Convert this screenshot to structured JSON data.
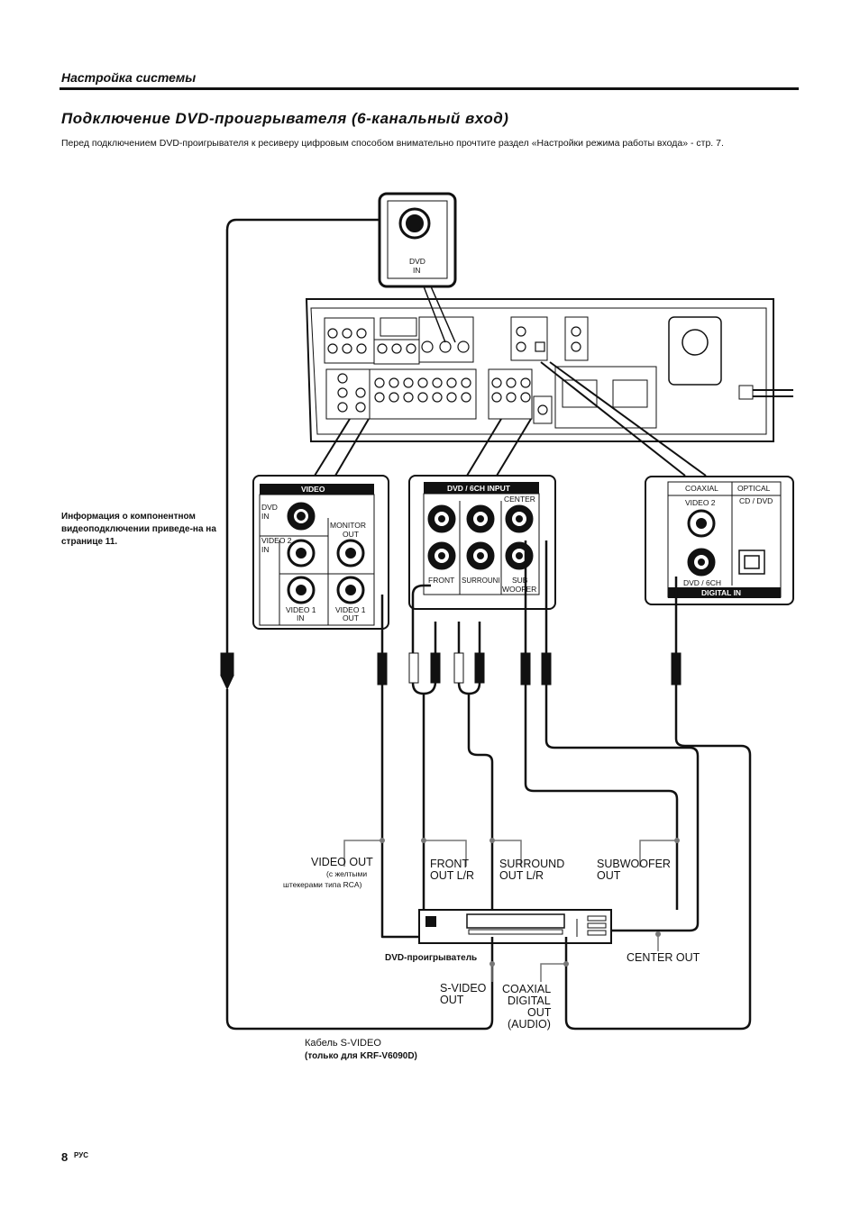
{
  "header": {
    "section": "Настройка системы"
  },
  "title": "Подключение DVD-проигрывателя (6-канальный вход)",
  "intro": "Перед подключением DVD-проигрывателя к ресиверу цифровым способом внимательно прочтите раздел «Настройки режима работы входа» - стр. 7.",
  "note": "Информация о компонентном видеоподключении приведе-на на странице 11.",
  "svideo_box": {
    "line1": "DVD",
    "line2": "IN"
  },
  "video_panel": {
    "header": "VIDEO",
    "dvd_in_1": "DVD",
    "dvd_in_2": "IN",
    "video2_in_1": "VIDEO 2",
    "video2_in_2": "IN",
    "monitor_1": "MONITOR",
    "monitor_2": "OUT",
    "video1_in_1": "VIDEO 1",
    "video1_in_2": "IN",
    "video1_out_1": "VIDEO 1",
    "video1_out_2": "OUT"
  },
  "dvd6ch_panel": {
    "header": "DVD / 6CH INPUT",
    "center": "CENTER",
    "front": "FRONT",
    "surround": "SURROUNI",
    "sub_1": "SUB",
    "sub_2": "WOOFER"
  },
  "digital_panel": {
    "coaxial": "COAXIAL",
    "optical": "OPTICAL",
    "video2": "VIDEO 2",
    "cd_dvd": "CD / DVD",
    "dvd_6ch": "DVD / 6CH",
    "footer": "DIGITAL IN"
  },
  "labels": {
    "video_out": "VIDEO OUT",
    "video_out_note_1": "(с желтыми",
    "video_out_note_2": "штекерами типа RCA)",
    "front_out_1": "FRONT",
    "front_out_2": "OUT L/R",
    "surround_out_1": "SURROUND",
    "surround_out_2": "OUT L/R",
    "subwoofer_out_1": "SUBWOOFER",
    "subwoofer_out_2": "OUT",
    "center_out": "CENTER OUT",
    "dvd_player": "DVD-проигрыватель",
    "svideo_out_1": "S-VIDEO",
    "svideo_out_2": "OUT",
    "coax_1": "COAXIAL",
    "coax_2": "DIGITAL",
    "coax_3": "OUT",
    "coax_4": "(AUDIO)",
    "cable_1": "Кабель S-VIDEO",
    "cable_2": "(только для KRF-V6090D)"
  },
  "footer": {
    "page": "8",
    "lang": "РУС"
  }
}
